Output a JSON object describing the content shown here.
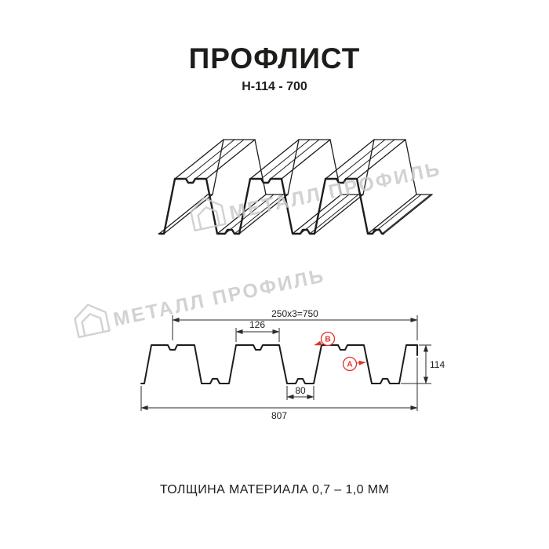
{
  "header": {
    "title": "ПРОФЛИСТ",
    "subtitle": "Н-114 - 700"
  },
  "watermark": {
    "brand": "МЕТАЛЛ ПРОФИЛЬ"
  },
  "cross_section": {
    "dim_top_total": "250x3=750",
    "dim_flange_width": "126",
    "dim_valley_width": "80",
    "dim_overall_width": "807",
    "dim_height": "114",
    "label_b": "В",
    "label_a": "А"
  },
  "footer": {
    "thickness_note": "ТОЛЩИНА МАТЕРИАЛА 0,7 – 1,0 ММ"
  },
  "colors": {
    "line": "#1d1d1b",
    "accent_red": "#e0342b",
    "watermark_gray": "#c9c9c9"
  }
}
